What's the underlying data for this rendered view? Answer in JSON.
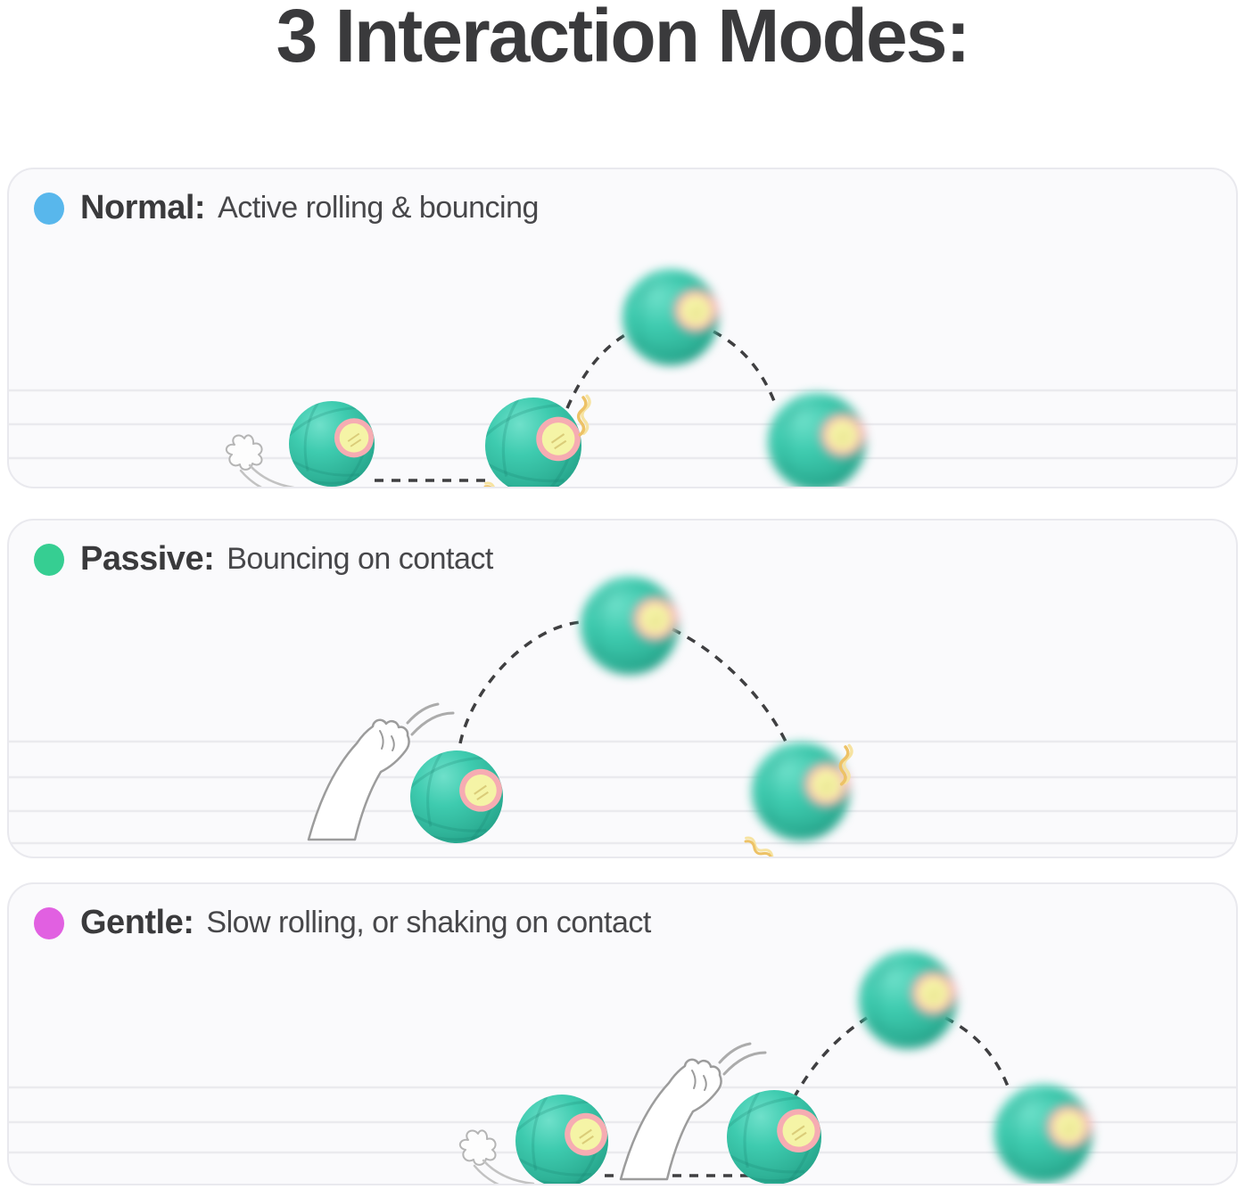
{
  "title": "3 Interaction Modes:",
  "modes": [
    {
      "name": "Normal:",
      "description": "Active rolling & bouncing",
      "dot_color": "#58b7ec"
    },
    {
      "name": "Passive:",
      "description": "Bouncing on contact",
      "dot_color": "#36ce92"
    },
    {
      "name": "Gentle:",
      "description": "Slow rolling, or shaking on contact",
      "dot_color": "#e160e1"
    }
  ],
  "ball": {
    "body_color": "#3ac9ad",
    "highlight_color": "#6fe0ca",
    "shadow_color": "#23a188",
    "ring_color": "#f6acb2",
    "center_color": "#f5f4a6"
  },
  "effects": {
    "squiggle_color": "#edc266",
    "trajectory_color": "#3f3f41",
    "floor_line_color": "#eaeaee",
    "panel_background": "#fafafc",
    "panel_border": "#e9e9ee"
  }
}
